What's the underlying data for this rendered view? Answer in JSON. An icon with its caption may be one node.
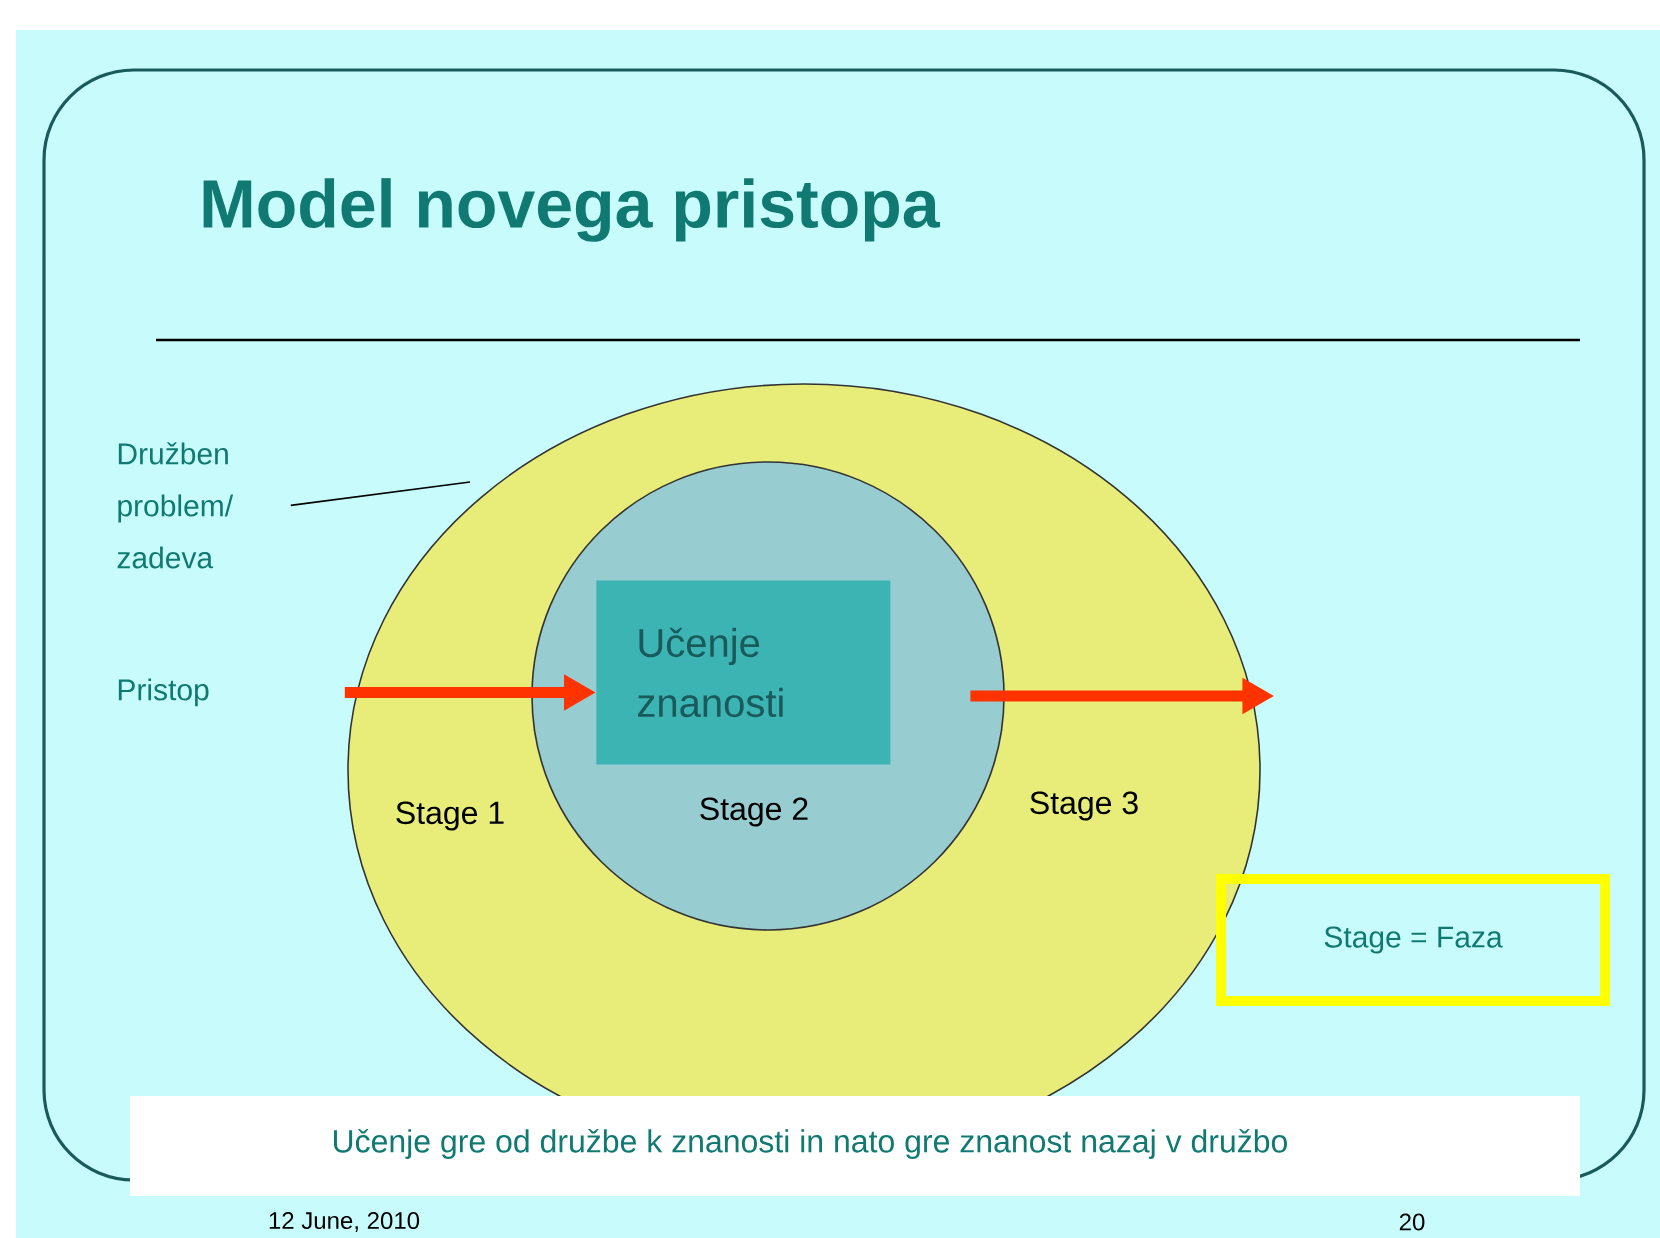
{
  "diagram": {
    "title": "Model novega pristopa",
    "nodes": [
      {
        "text": [
          "Stage 1",
          "Stage 3"
        ]
      },
      {
        "text": [
          "Stage 2"
        ],
        "in": 0
      },
      {
        "text": [
          "Učenje znanosti"
        ],
        "in": 1
      },
      {
        "text": [
          "Pristop"
        ]
      },
      {
        "text": [
          "Družben problem/ zadeva"
        ]
      },
      {
        "text": [
          "Stage = Faza"
        ]
      }
    ],
    "edges": [
      {
        "from": 3,
        "to": 2,
        "arrow": "to"
      },
      {
        "from": 1,
        "to": null,
        "arrow": "to"
      },
      {
        "from": 4,
        "to": 0,
        "arrow": "none",
        "color": "#000000"
      }
    ],
    "caption": "Učenje gre od družbe k znanosti in nato gre znanost nazaj v družbo",
    "labels": [
      "12 June, 2010",
      "20"
    ]
  }
}
